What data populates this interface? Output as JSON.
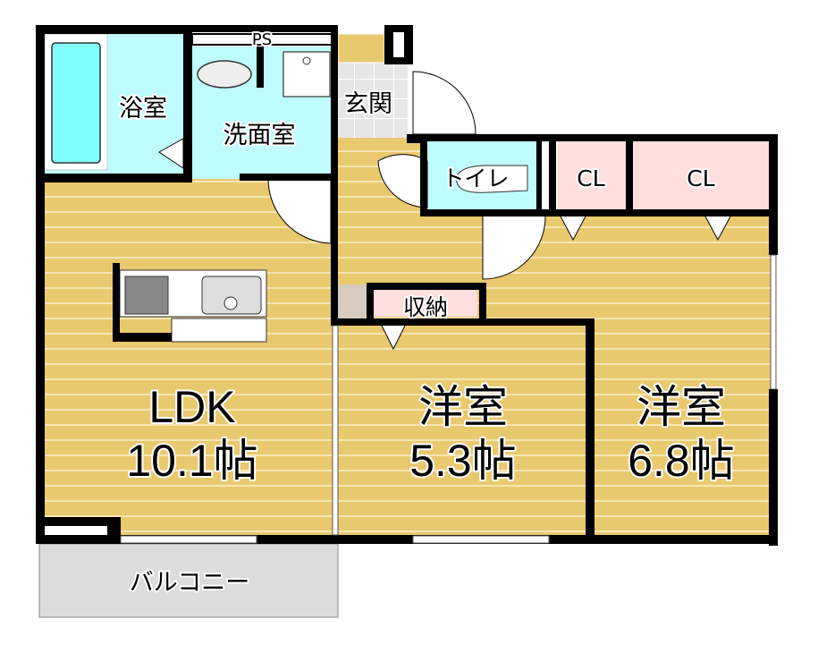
{
  "rooms": {
    "bath": "浴室",
    "washroom": "洗面室",
    "entrance": "玄関",
    "toilet": "トイレ",
    "closet1": "CL",
    "closet2": "CL",
    "storage": "収納",
    "ldk": {
      "name": "LDK",
      "size": "10.1帖"
    },
    "western1": {
      "name": "洋室",
      "size": "5.3帖"
    },
    "western2": {
      "name": "洋室",
      "size": "6.8帖"
    },
    "balcony": "バルコニー"
  },
  "labels": {
    "ps": "PS"
  },
  "colors": {
    "floor": "#E9C96E",
    "wet_area": "#BFFCFF",
    "bathtub": "#80FFFF",
    "closet": "#FFDEDE",
    "balcony": "#DCDCDC",
    "wall": "#000000"
  }
}
